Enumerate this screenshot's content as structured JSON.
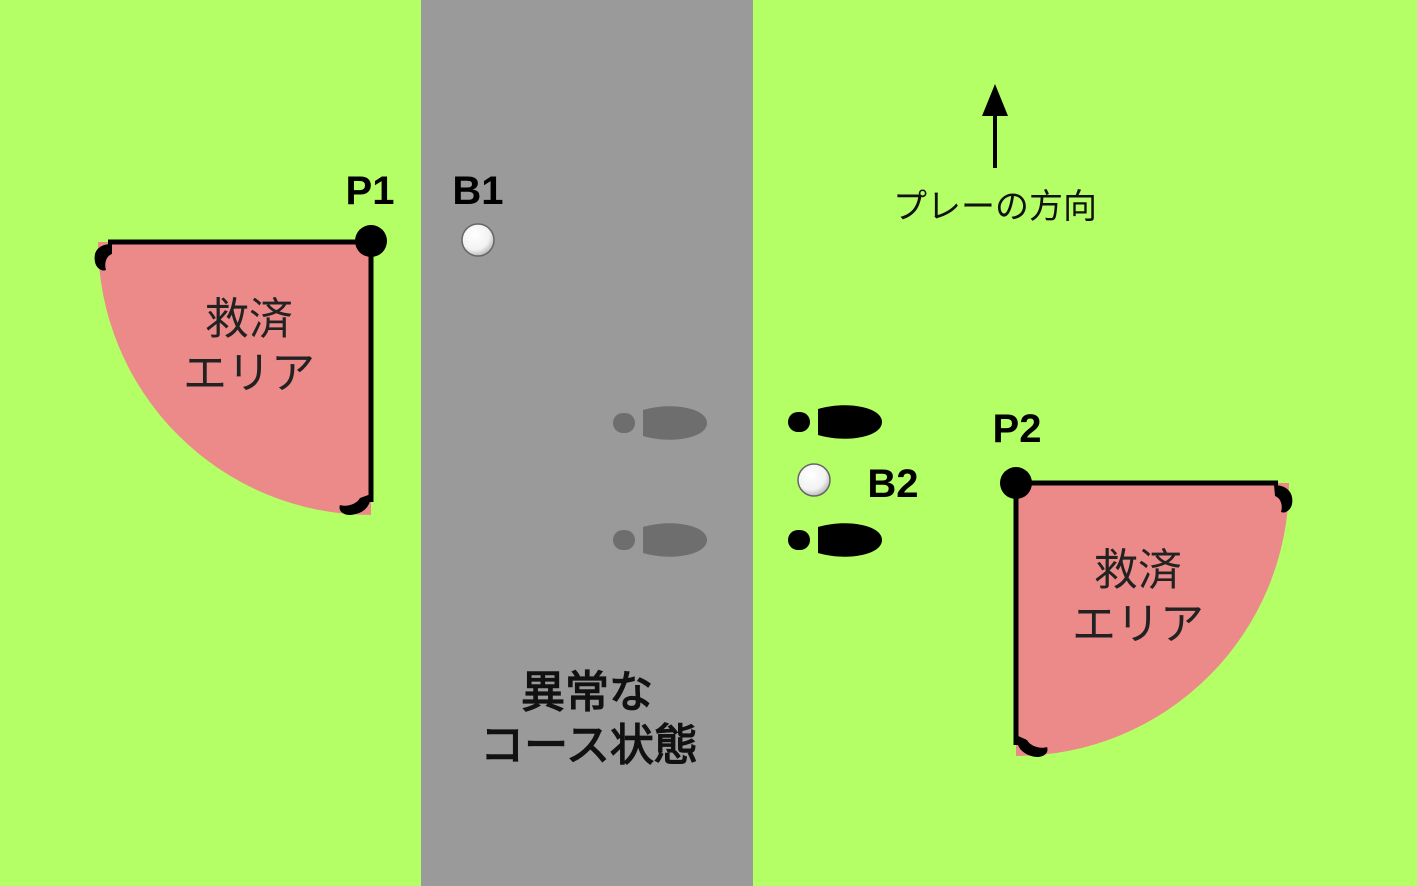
{
  "colors": {
    "grass": "#b5ff66",
    "abnormal_area": "#9a9a9a",
    "relief_area": "#ec8a8a",
    "ink": "#000000",
    "shadow_footprint": "#6e6e6e",
    "ball": "#ffffff"
  },
  "labels": {
    "p1": "P1",
    "b1": "B1",
    "p2": "P2",
    "b2": "B2",
    "direction": "プレーの方向",
    "relief_left_line1": "救済",
    "relief_left_line2": "エリア",
    "relief_right_line1": "救済",
    "relief_right_line2": "エリア",
    "abnormal_line1": "異常な",
    "abnormal_line2": "コース状態"
  },
  "icons": {
    "direction": "arrow-up-icon",
    "ball": "golf-ball-icon",
    "footprint": "shoe-print-icon"
  }
}
